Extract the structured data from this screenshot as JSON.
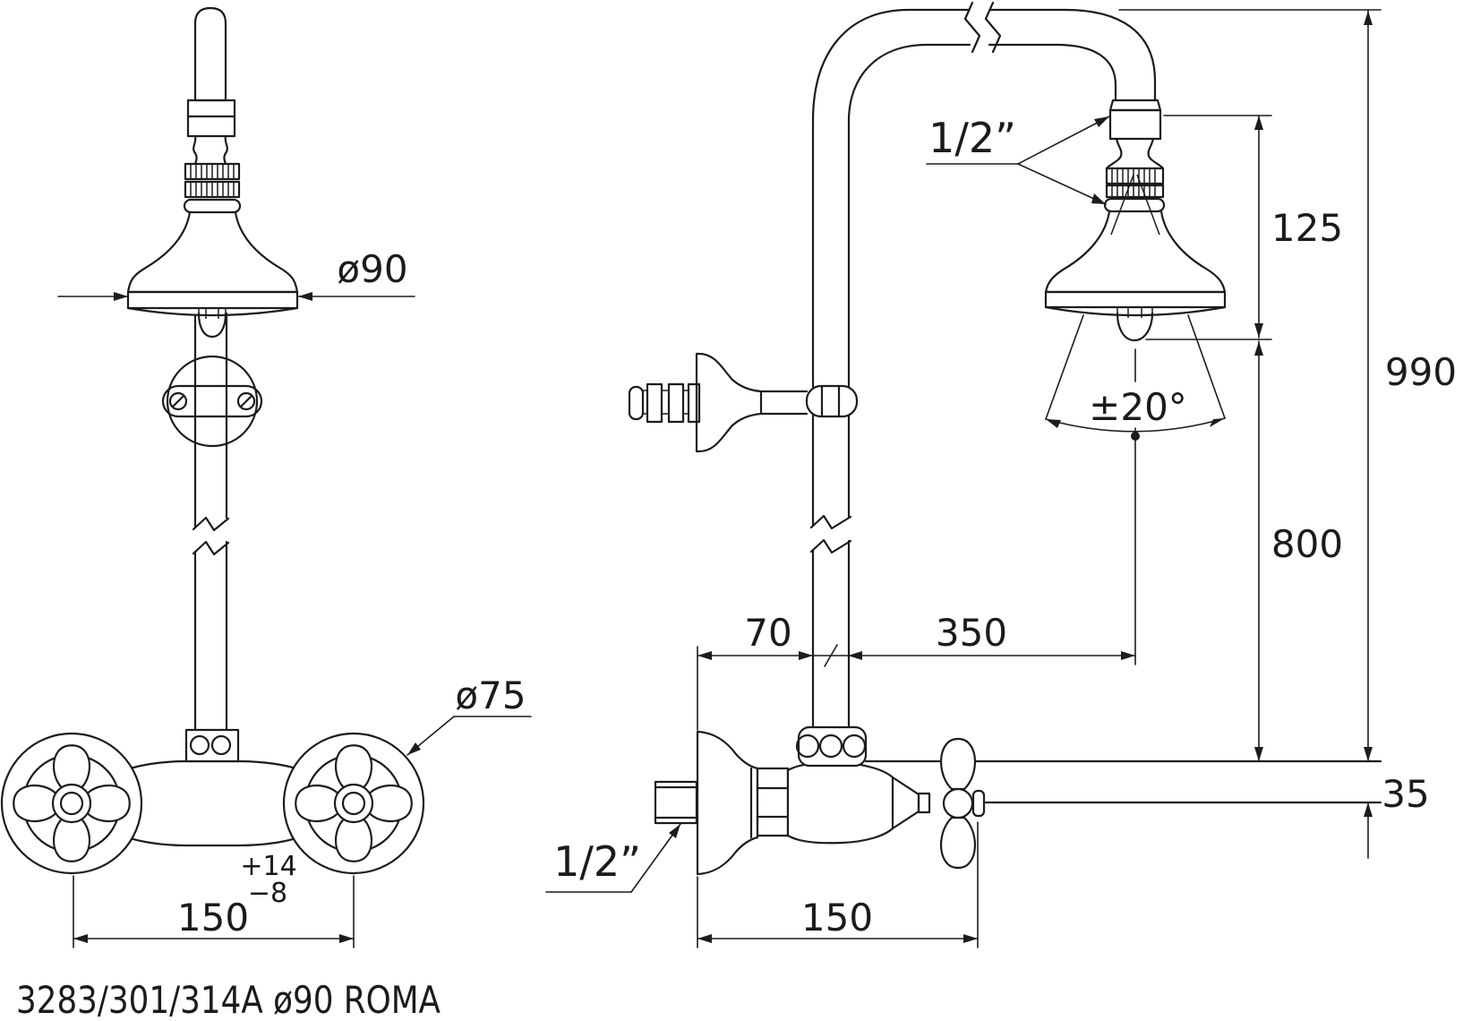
{
  "drawing": {
    "title": "3283/301/314A ø90 ROMA",
    "front_view": {
      "head_diameter": "ø90",
      "handle_diameter": "ø75",
      "handle_centers": "150",
      "tolerance_plus": "+14",
      "tolerance_minus": "−8"
    },
    "side_view": {
      "head_connection": "1/2”",
      "head_offset_height": "125",
      "total_height": "990",
      "spray_angle": "±20°",
      "riser_height": "800",
      "wall_to_riser": "70",
      "riser_to_spray": "350",
      "inlet_connection": "1/2”",
      "inlet_centers": "150",
      "pipe_thickness": "35"
    }
  }
}
